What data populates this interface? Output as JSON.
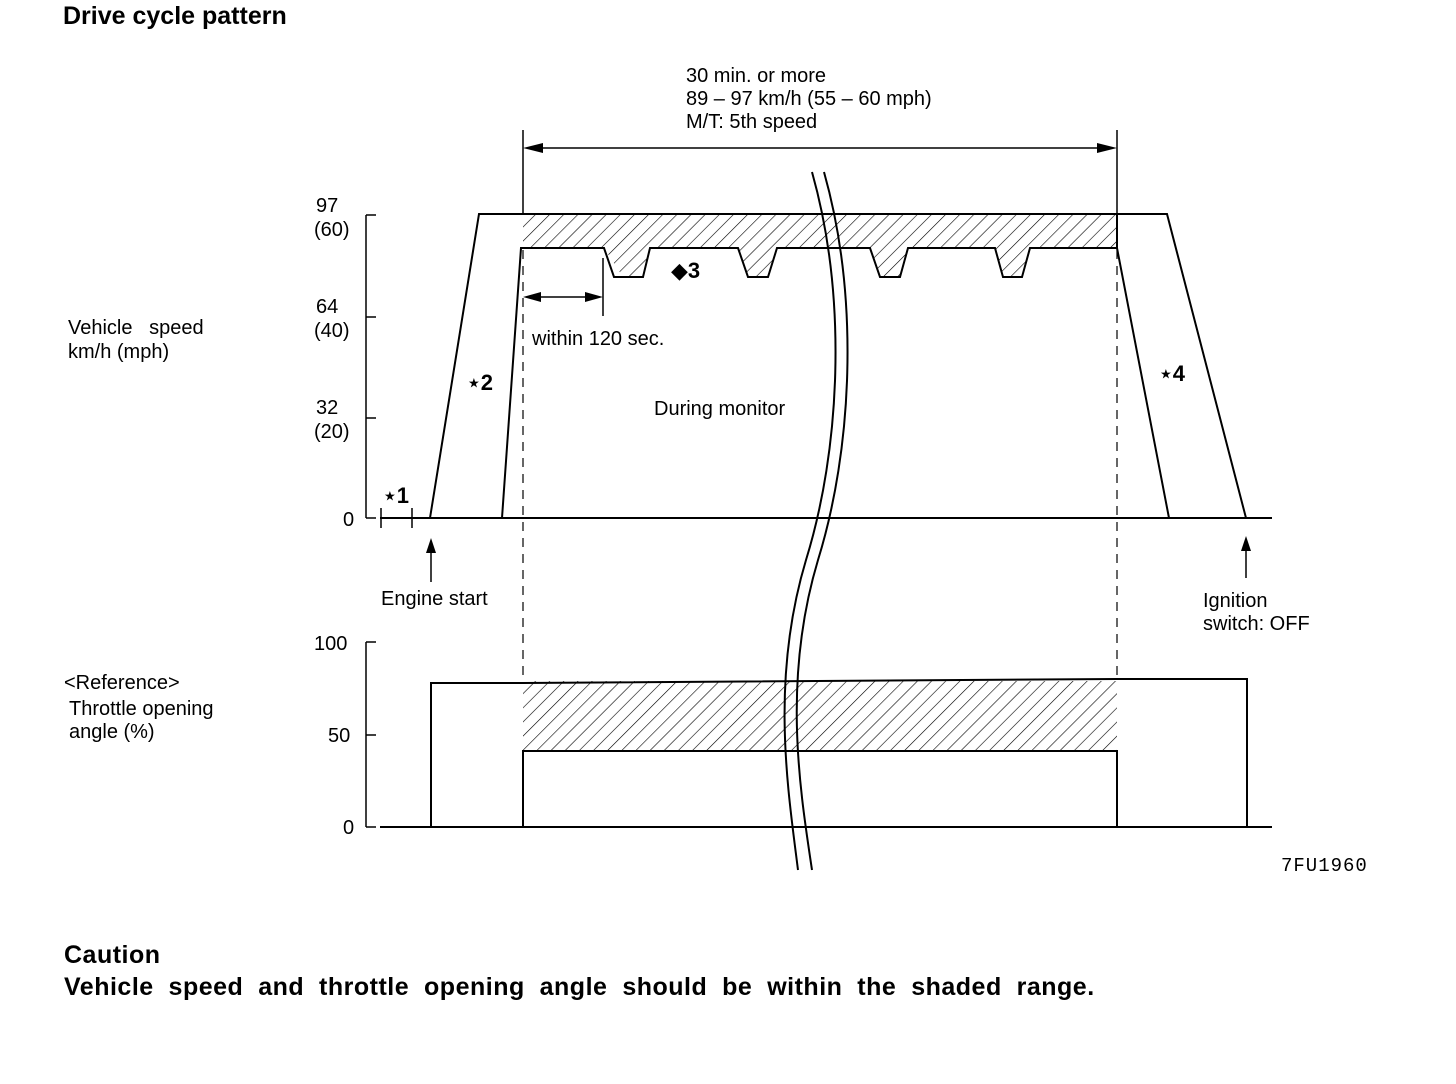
{
  "title": "Drive cycle pattern",
  "duration_note": {
    "line1": "30 min. or more",
    "line2": "89 – 97 km/h (55 – 60 mph)",
    "line3": "M/T: 5th speed"
  },
  "speed_axis": {
    "label_line1": "Vehicle   speed",
    "label_line2": "km/h (mph)",
    "ticks": [
      {
        "kmh": "97",
        "mph": "(60)"
      },
      {
        "kmh": "64",
        "mph": "(40)"
      },
      {
        "kmh": "32",
        "mph": "(20)"
      },
      {
        "kmh": "0",
        "mph": ""
      }
    ]
  },
  "throttle_axis": {
    "label_line1": "<Reference>",
    "label_line2": "Throttle opening",
    "label_line3": "angle (%)",
    "ticks": [
      "100",
      "50",
      "0"
    ]
  },
  "annotations": {
    "star1": "⋆1",
    "star2": "⋆2",
    "diamond3": "◆3",
    "star4": "⋆4",
    "within": "within 120 sec.",
    "during": "During monitor",
    "engine_start": "Engine start",
    "ignition_line1": "Ignition",
    "ignition_line2": "switch: OFF"
  },
  "figure_code": "7FU1960",
  "caution": {
    "heading": "Caution",
    "text": "Vehicle  speed  and  throttle  opening  angle  should  be  within  the  shaded  range."
  }
}
